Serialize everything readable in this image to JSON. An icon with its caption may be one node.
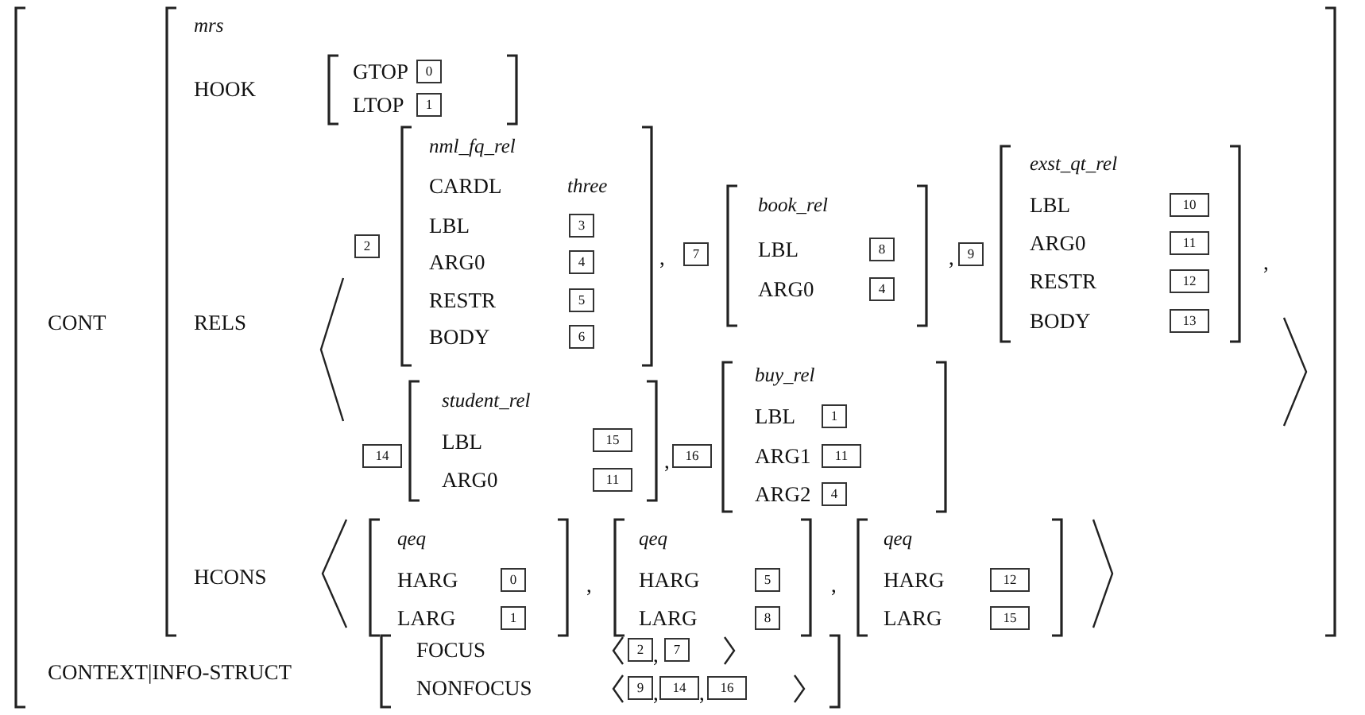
{
  "diagram": {
    "nodes": [
      {
        "text": [
          "0"
        ]
      },
      {
        "text": [
          "1"
        ]
      },
      {
        "text": [
          "2"
        ]
      },
      {
        "text": [
          "3"
        ]
      },
      {
        "text": [
          "4"
        ]
      },
      {
        "text": [
          "5"
        ]
      },
      {
        "text": [
          "6"
        ]
      },
      {
        "text": [
          "7"
        ]
      },
      {
        "text": [
          "8"
        ]
      },
      {
        "text": [
          "4"
        ]
      },
      {
        "text": [
          "9"
        ]
      },
      {
        "text": [
          "10"
        ]
      },
      {
        "text": [
          "11"
        ]
      },
      {
        "text": [
          "12"
        ]
      },
      {
        "text": [
          "13"
        ]
      },
      {
        "text": [
          "14"
        ]
      },
      {
        "text": [
          "15"
        ]
      },
      {
        "text": [
          "11"
        ]
      },
      {
        "text": [
          "16"
        ]
      },
      {
        "text": [
          "1"
        ]
      },
      {
        "text": [
          "11"
        ]
      },
      {
        "text": [
          "4"
        ]
      },
      {
        "text": [
          "0"
        ]
      },
      {
        "text": [
          "1"
        ]
      },
      {
        "text": [
          "5"
        ]
      },
      {
        "text": [
          "8"
        ]
      },
      {
        "text": [
          "12"
        ]
      },
      {
        "text": [
          "15"
        ]
      },
      {
        "text": [
          "2"
        ]
      },
      {
        "text": [
          "7"
        ]
      },
      {
        "text": [
          "9"
        ]
      },
      {
        "text": [
          "14"
        ]
      },
      {
        "text": [
          "16"
        ]
      }
    ],
    "labels": [
      "CONT",
      "mrs",
      "HOOK",
      "GTOP",
      "LTOP",
      "RELS",
      "nml_fq_rel",
      "CARDL",
      "three",
      "LBL",
      "ARG0",
      "RESTR",
      "BODY",
      ",",
      "book_rel",
      "LBL",
      "ARG0",
      ",",
      "exst_qt_rel",
      "LBL",
      "ARG0",
      "RESTR",
      "BODY",
      ",",
      "student_rel",
      "LBL",
      "ARG0",
      ",",
      "buy_rel",
      "LBL",
      "ARG1",
      "ARG2",
      "HCONS",
      "qeq",
      "HARG",
      "LARG",
      ",",
      "qeq",
      "HARG",
      "LARG",
      ",",
      "qeq",
      "HARG",
      "LARG",
      "CONTEXT|INFO-STRUCT",
      "FOCUS",
      "NONFOCUS",
      ",",
      ",",
      ","
    ]
  }
}
